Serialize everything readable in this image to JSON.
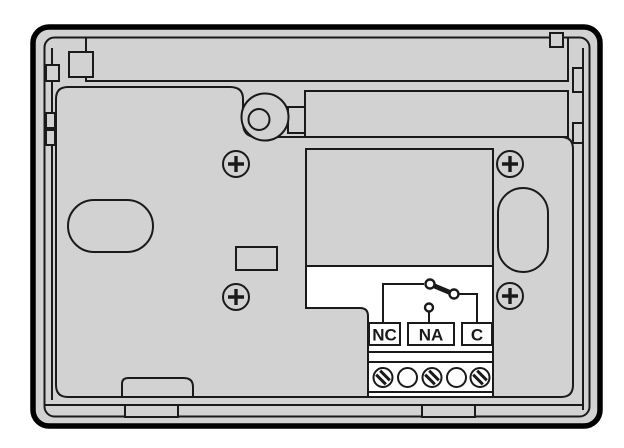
{
  "diagram": {
    "terminals": {
      "labels": [
        "NC",
        "NA",
        "C"
      ]
    }
  },
  "icons": {
    "phillips_screw": "⊕",
    "slotted_screw": "⊘",
    "relay_switch": "relay SPDT lever symbol"
  },
  "colors": {
    "background": "#ffffff",
    "body_fill": "#d2d2d2",
    "line": "#1a1a1a",
    "cutout": "#ffffff"
  }
}
